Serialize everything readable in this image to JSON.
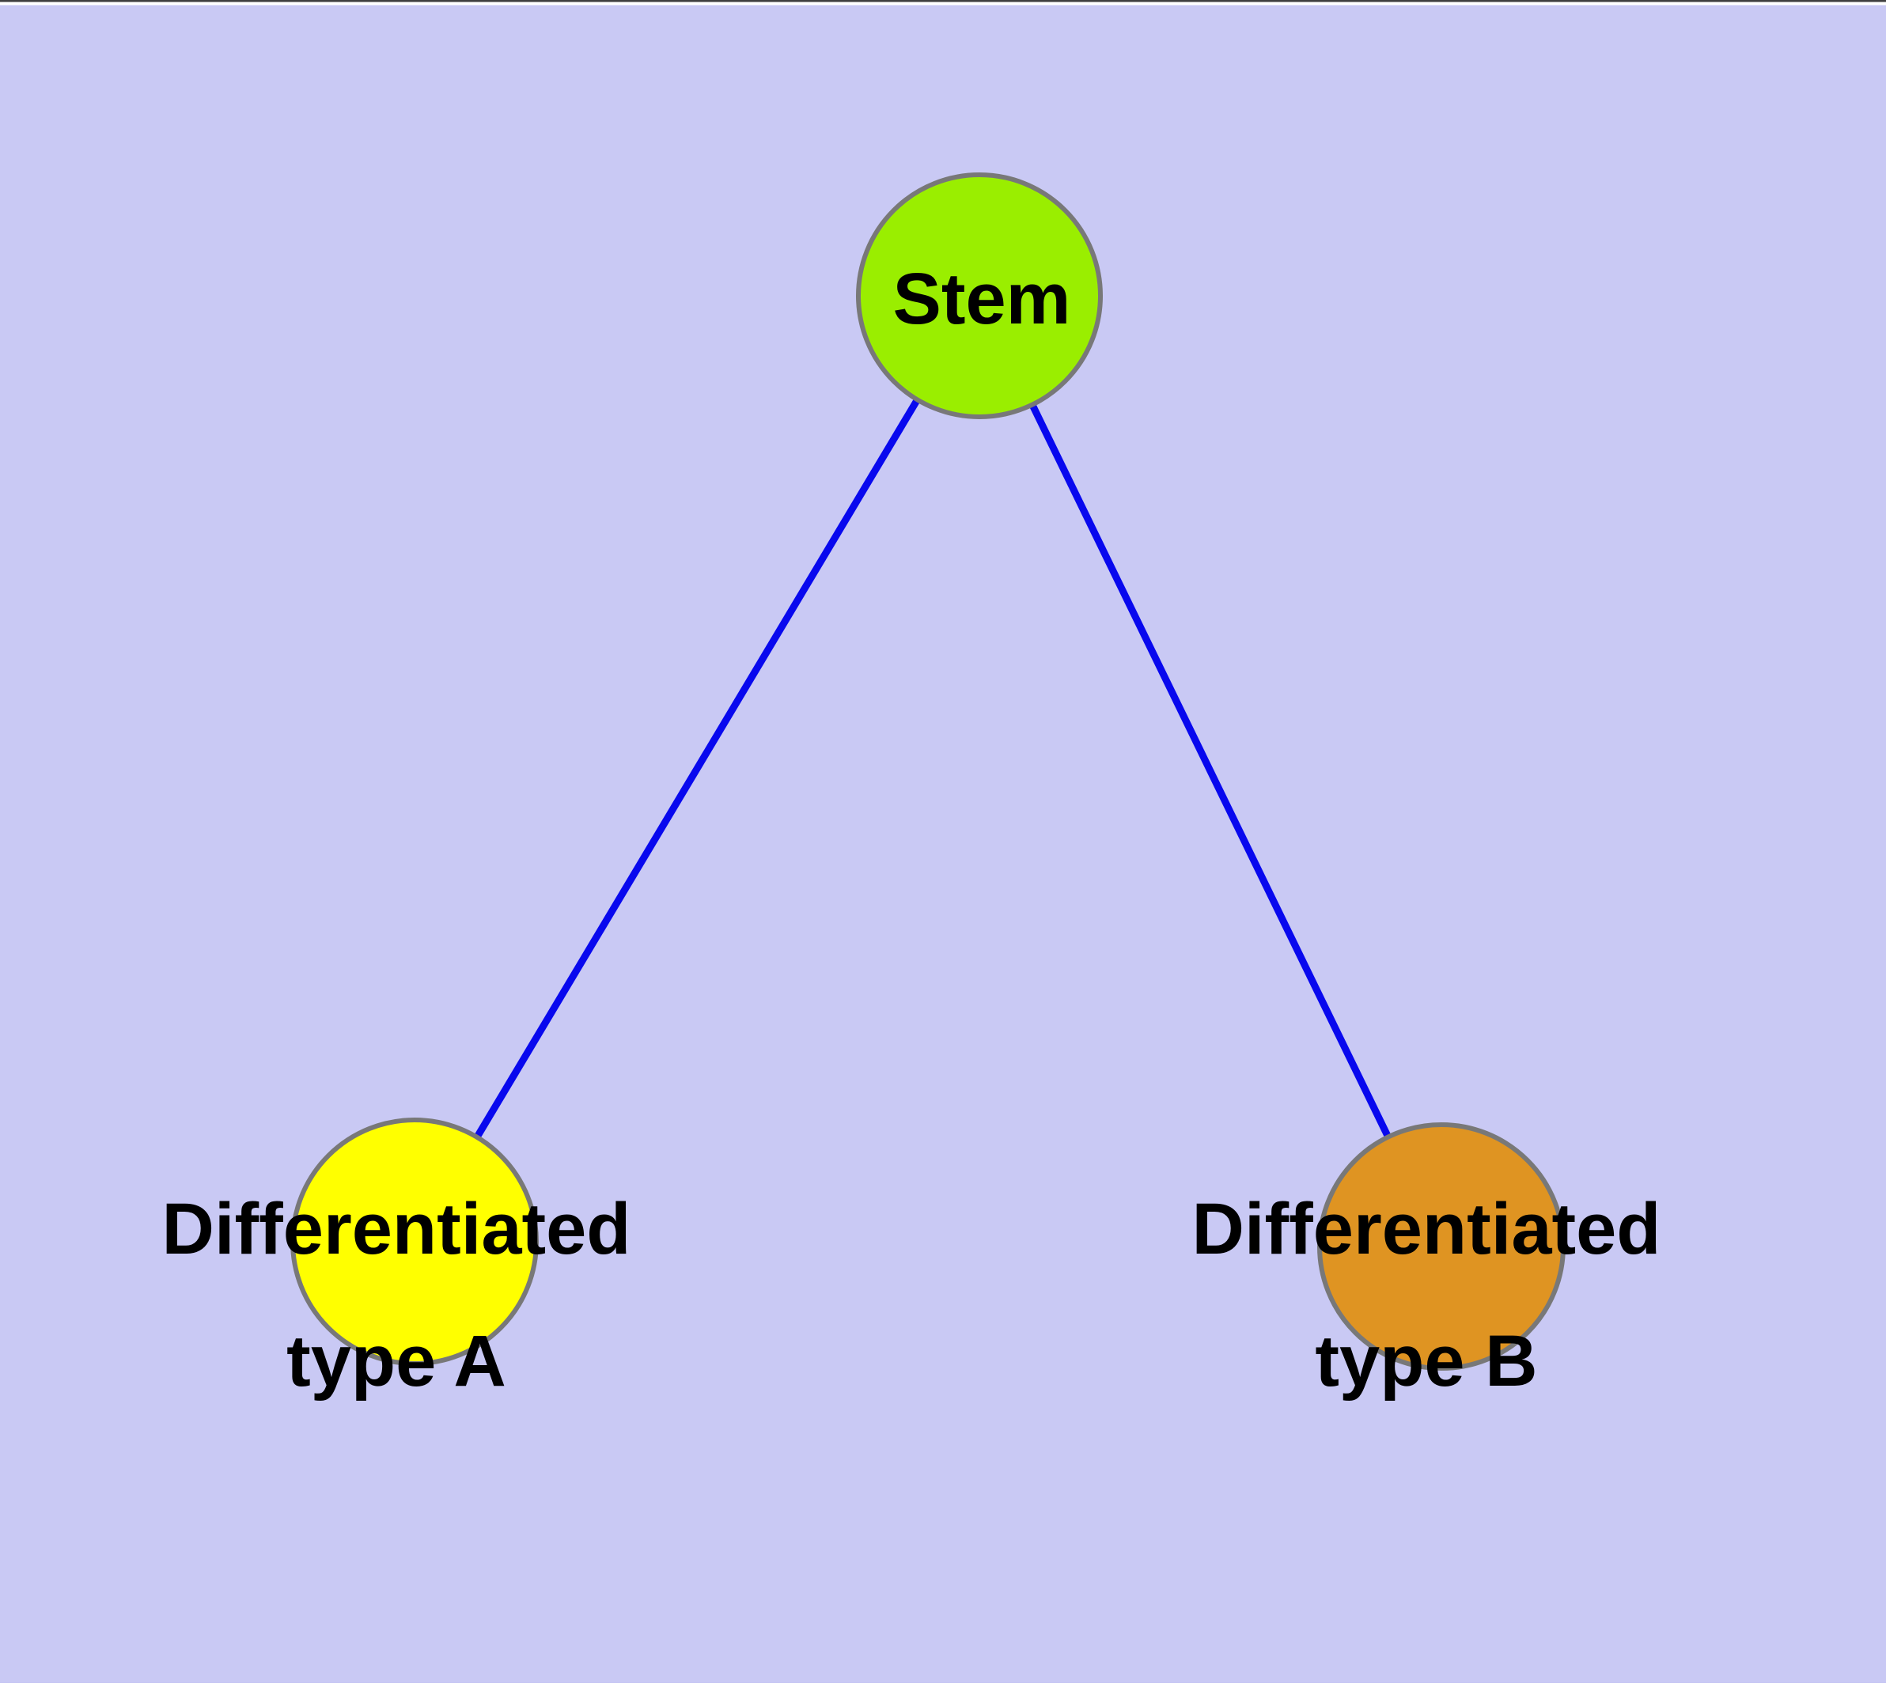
{
  "diagram": {
    "type": "graph",
    "description": "Stem cell differentiation tree diagram",
    "colors": {
      "background": "#C9C9F4",
      "edge": "#0808EE",
      "node_border": "#787878",
      "label_text": "#000000",
      "top_hairline": "#3F3F3F",
      "page_margin": "#FFFFFF",
      "stem_fill": "#9AEE00",
      "type_a_fill": "#FFFF00",
      "type_b_fill": "#DF9422"
    },
    "nodes": [
      {
        "id": "stem",
        "label": "Stem",
        "fill": "#9AEE00"
      },
      {
        "id": "type-a",
        "label_lines": [
          "Differentiated",
          "type A"
        ],
        "fill": "#FFFF00"
      },
      {
        "id": "type-b",
        "label_lines": [
          "Differentiated",
          "type B"
        ],
        "fill": "#DF9422"
      }
    ],
    "edges": [
      {
        "from": "stem",
        "to": "type-a"
      },
      {
        "from": "stem",
        "to": "type-b"
      }
    ]
  }
}
